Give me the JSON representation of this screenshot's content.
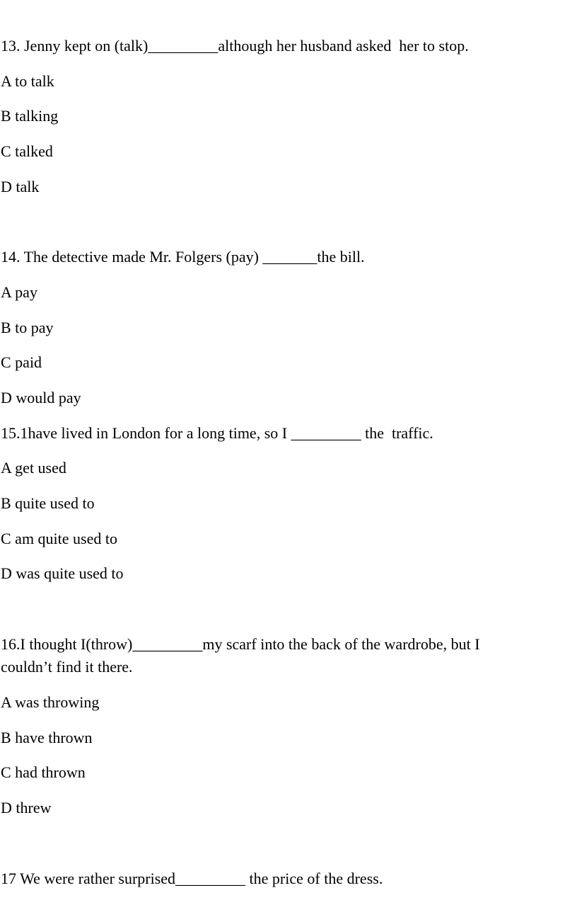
{
  "questions": [
    {
      "stem": [
        "13. Jenny kept on (talk)_________although her husband asked  her to stop."
      ],
      "options": [
        "A to talk",
        "B talking",
        "C talked",
        "D talk"
      ]
    },
    {
      "stem": [
        "14. The detective made Mr. Folgers (pay) _______the bill."
      ],
      "options": [
        "A pay",
        "B to pay",
        "C paid",
        "D would pay"
      ]
    },
    {
      "stem": [
        "15.1have lived in London for a long time, so I _________ the  traffic."
      ],
      "options": [
        "A get used",
        "B quite used to",
        "C am quite used to",
        "D was quite used to"
      ]
    },
    {
      "stem": [
        "16.I thought I(throw)_________my scarf into the back of the wardrobe, but I",
        "couldn’t find it there."
      ],
      "options": [
        "A was throwing",
        "B have thrown",
        "C had thrown",
        "D threw"
      ]
    },
    {
      "stem": [
        "17 We were rather surprised_________ the price of the dress."
      ],
      "options": []
    }
  ]
}
